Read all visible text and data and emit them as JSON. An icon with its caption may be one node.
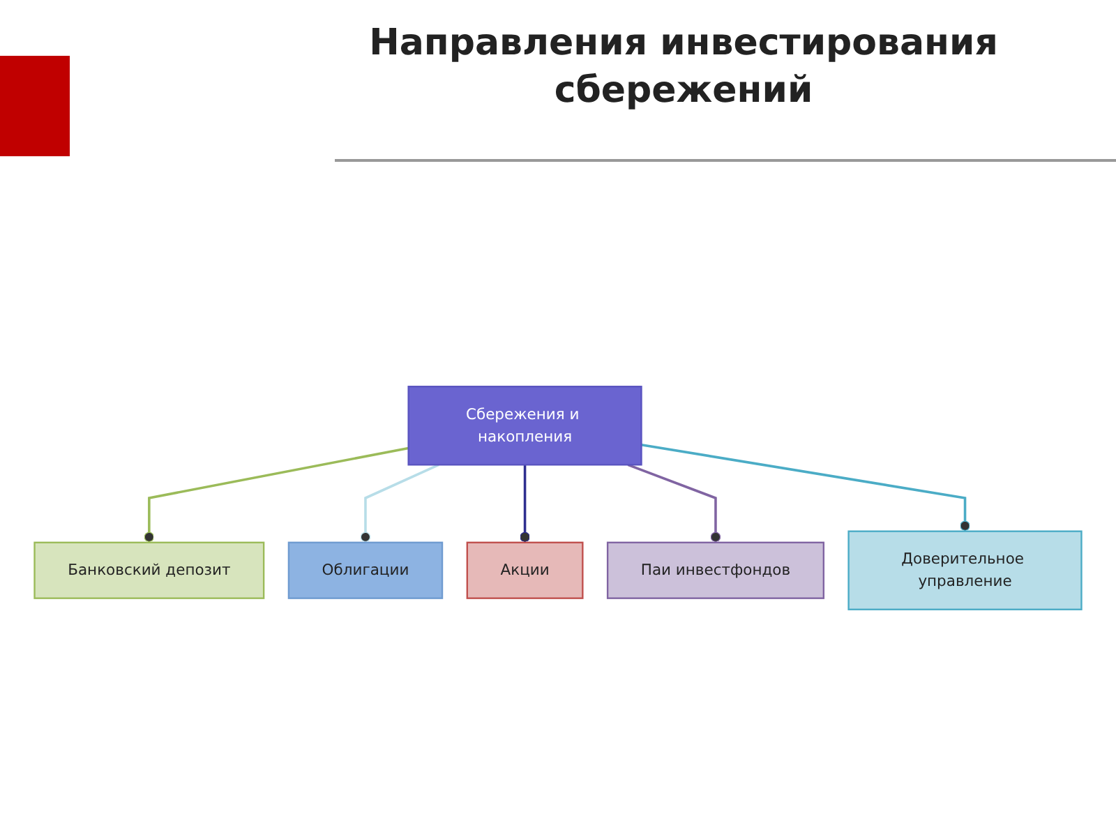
{
  "diagram": {
    "title": "Направления инвестирования сбережений",
    "nodes": [
      {
        "text": [
          "Сбережения и накопления"
        ]
      },
      {
        "text": [
          "Банковский депозит"
        ]
      },
      {
        "text": [
          "Облигации"
        ]
      },
      {
        "text": [
          "Акции"
        ]
      },
      {
        "text": [
          "Паи инвестфондов"
        ]
      },
      {
        "text": [
          "Доверительное управление"
        ]
      }
    ],
    "edges": [
      {
        "from": 0,
        "to": 1,
        "arrow": "other",
        "color": "#9bbb59"
      },
      {
        "from": 0,
        "to": 2,
        "arrow": "other",
        "color": "#b7dde8"
      },
      {
        "from": 0,
        "to": 3,
        "arrow": "other",
        "color": "#2e2e8f"
      },
      {
        "from": 0,
        "to": 4,
        "arrow": "other",
        "color": "#8064a2"
      },
      {
        "from": 0,
        "to": 5,
        "arrow": "other",
        "color": "#4bacc6"
      }
    ]
  }
}
